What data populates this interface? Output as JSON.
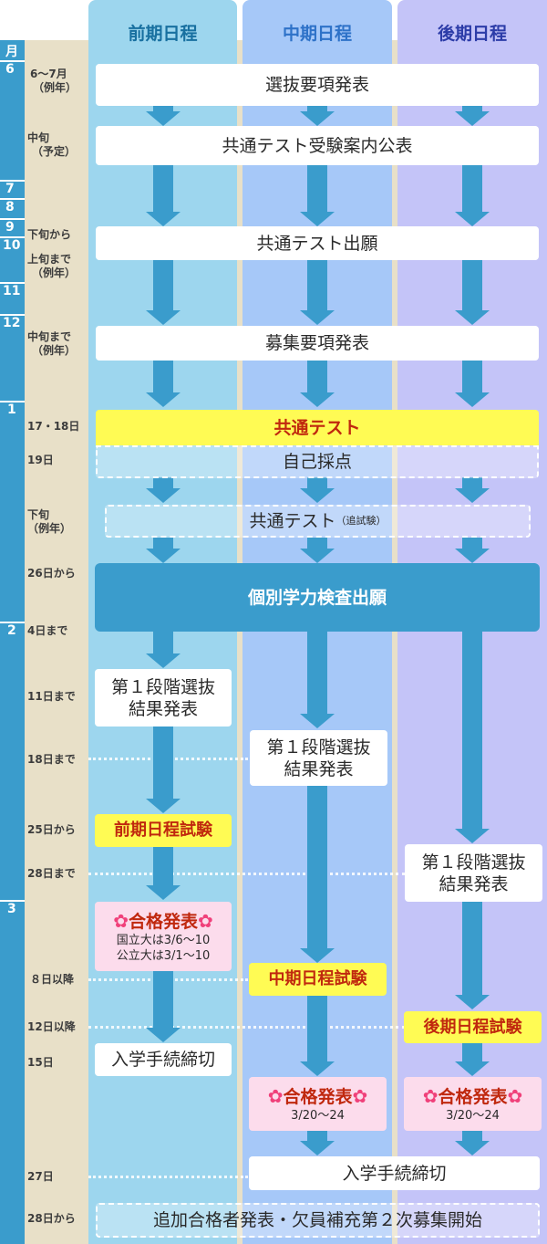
{
  "header": {
    "month_label": "月",
    "columns": [
      {
        "label": "前期日程",
        "color": "#1870a0"
      },
      {
        "label": "中期日程",
        "color": "#2e72c8"
      },
      {
        "label": "後期日程",
        "color": "#2c3ca8"
      }
    ]
  },
  "months": [
    "6",
    "7",
    "8",
    "9",
    "10",
    "11",
    "12",
    "1",
    "2",
    "3"
  ],
  "dates": {
    "d1": "6～7月",
    "d1b": "（例年）",
    "d2": "中旬",
    "d2b": "（予定）",
    "d3": "下旬から",
    "d4": "上旬まで",
    "d4b": "（例年）",
    "d5": "中旬まで",
    "d5b": "（例年）",
    "d6": "17・18日",
    "d7": "19日",
    "d8": "下旬",
    "d8b": "（例年）",
    "d9": "26日から",
    "d10": "4日まで",
    "d11": "11日まで",
    "d12": "18日まで",
    "d13": "25日から",
    "d14": "28日まで",
    "d15": "８日以降",
    "d16": "12日以降",
    "d17": "15日",
    "d18": "27日",
    "d19": "28日から"
  },
  "events": {
    "selection_guidelines": "選抜要項発表",
    "common_test_guide": "共通テスト受験案内公表",
    "common_test_application": "共通テスト出願",
    "recruitment_guidelines": "募集要項発表",
    "common_test": "共通テスト",
    "self_scoring": "自己採点",
    "common_test_makeup": "共通テスト",
    "makeup_note": "（追試験）",
    "individual_application": "個別学力検査出願",
    "first_stage_line1": "第１段階選抜",
    "first_stage_line2": "結果発表",
    "early_exam": "前期日程試験",
    "mid_exam": "中期日程試験",
    "late_exam": "後期日程試験",
    "pass_title": "合格発表",
    "flower": "✿",
    "early_pass_national": "国立大は3/6～10",
    "early_pass_public": "公立大は3/1～10",
    "mid_pass_dates": "3/20～24",
    "late_pass_dates": "3/20～24",
    "enrollment_deadline": "入学手続締切",
    "additional_pass": "追加合格者発表・欠員補充第２次募集開始"
  },
  "colors": {
    "month_column": "#3a9ccc",
    "date_column": "#e8e0c8",
    "early_column": "#9dd6ee",
    "mid_column": "#a6c8f8",
    "late_column": "#c4c4f8",
    "arrow": "#3a9ccc",
    "highlight_yellow": "#fffb54",
    "exam_text_red": "#c0280e",
    "pass_pink": "#fcdcec"
  }
}
